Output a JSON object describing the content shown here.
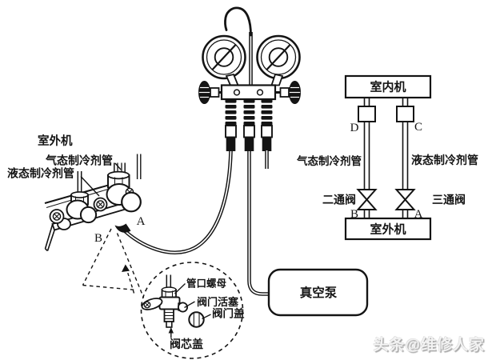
{
  "colors": {
    "ink": "#141414",
    "background": "#ffffff",
    "watermark_text": "#f3f3f3",
    "watermark_shadow": "#a5a5a5"
  },
  "outdoor_assembly": {
    "title": "室外机",
    "gas_pipe_label": "气态制冷剂管",
    "liquid_pipe_label": "液态制冷剂管",
    "port_b": "B",
    "port_a": "A"
  },
  "schematic": {
    "indoor_unit": "室内机",
    "outdoor_unit": "室外机",
    "port_d": "D",
    "port_c": "C",
    "gas_pipe_label": "气态制冷剂管",
    "liquid_pipe_label": "液态制冷剂管",
    "two_way_valve": "二通阀",
    "three_way_valve": "三通阀",
    "port_b": "B",
    "port_a": "A"
  },
  "vacuum_pump": {
    "label": "真空泵"
  },
  "valve_detail": {
    "pipe_nut": "管口螺母",
    "valve_piston": "阀门活塞",
    "valve_cap": "阀门盖",
    "valve_core_cap": "阀芯盖"
  },
  "watermark": {
    "text": "头条@维修人家"
  }
}
